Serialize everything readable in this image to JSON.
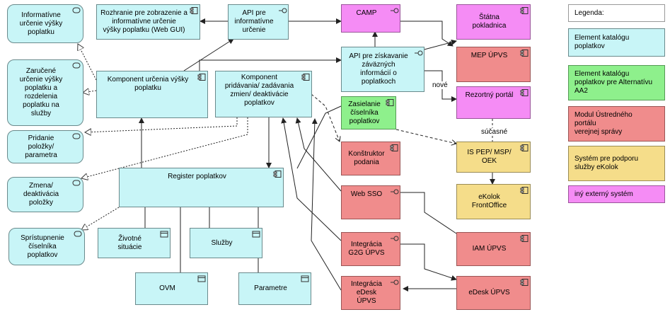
{
  "nodes": {
    "informativne": "Informatívne\nurčenie výšky\npoplatku",
    "zarucene": "Zaručené\nurčenie výšky\npoplatku a\nrozdelenia\npoplatku na\nslužby",
    "pridanie": "Pridanie\npoložky/\nparametra",
    "zmena": "Zmena/\ndeaktivácia\npoložky",
    "spristupnenie": "Sprístupnenie\nčíselníka\npoplatkov",
    "rozhranie": "Rozhranie pre zobrazenie a\ninformatívne určenie\nvýšky poplatku (Web GUI)",
    "api_info": "API pre\ninformatívne\nurčenie",
    "komp_urcenia": "Komponent určenia výšky\npoplatku",
    "komp_pridavania": "Komponent\npridávania/ zadávania\nzmien/ deaktivácie\npoplatkov",
    "register": "Register poplatkov",
    "zivotne": "Životné\nsituácie",
    "sluzby": "Služby",
    "ovm": "OVM",
    "parametre": "Parametre",
    "camp": "CAMP",
    "api_zav": "API pre získavanie\nzáväzných\ninformácií o\npoplatkoch",
    "zasielanie": "Zasielanie\nčíselníka\npoplatkov",
    "konstruktor": "Konštruktor\npodania",
    "websso": "Web SSO",
    "g2g": "Integrácia\nG2G ÚPVS",
    "edesk_int": "Integrácia\neDesk\nÚPVS",
    "statna": "Štátna\npokladnica",
    "mep": "MEP ÚPVS",
    "rezortny": "Rezortný portál",
    "ispep": "IS PEP/ MSP/\nOEK",
    "ekolok": "eKolok\nFrontOffice",
    "iam": "IAM ÚPVS",
    "edesk": "eDesk ÚPVS"
  },
  "labels": {
    "nove": "nové",
    "sucasne": "súčasné"
  },
  "legend": {
    "title": "Legenda:",
    "items": [
      "Element katalógu\npoplatkov",
      "Element katalógu\npoplatkov pre Alternatívu\nAA2",
      "Modul Ústredného portálu\nverejnej správy",
      "Systém pre podporu\nslužby eKolok",
      "iný externý systém"
    ]
  },
  "colors": {
    "catalog": "#c8f5f7",
    "catalog_aa2": "#8ef08c",
    "upvs": "#f08c8c",
    "ekolok": "#f5dd8a",
    "external": "#f58cf5"
  }
}
